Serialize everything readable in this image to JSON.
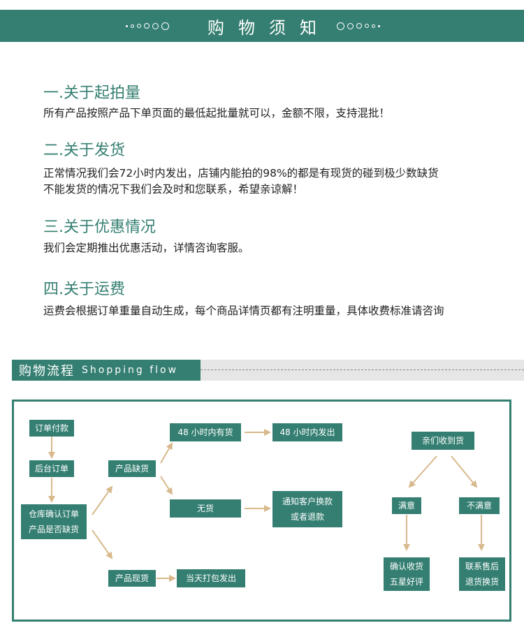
{
  "banner": {
    "title": "购物须知"
  },
  "sections": [
    {
      "title": "一.关于起拍量",
      "lines": [
        "所有产品按照产品下单页面的最低起批量就可以，金额不限，支持混批！"
      ]
    },
    {
      "title": "二.关于发货",
      "lines": [
        "正常情况我们会72小时内发出，店铺内能拍的98%的都是有现货的碰到极少数缺货",
        "不能发货的情况下我们会及时和您联系，希望亲谅解！"
      ]
    },
    {
      "title": "三.关于优惠情况",
      "lines": [
        "我们会定期推出优惠活动，详情咨询客服。"
      ]
    },
    {
      "title": "四.关于运费",
      "lines": [
        "运费会根据订单重量自动生成，每个商品详情页都有注明重量，具体收费标准请咨询"
      ]
    }
  ],
  "flow": {
    "title_zh": "购物流程",
    "title_en": "Shopping flow",
    "boxes": {
      "order_pay": "订单付款",
      "backend_order": "后台订单",
      "warehouse_1": "仓库确认订单",
      "warehouse_2": "产品是否缺货",
      "out_of_stock": "产品缺货",
      "in_stock": "产品现货",
      "has_goods_48": "48 小时内有货",
      "ship_48": "48 小时内发出",
      "no_goods": "无货",
      "notify_1": "通知客户换款",
      "notify_2": "或者退款",
      "same_day": "当天打包发出",
      "received": "亲们收到货",
      "satisfied": "满意",
      "unsatisfied": "不满意",
      "confirm_1": "确认收货",
      "confirm_2": "五星好评",
      "aftersale_1": "联系售后",
      "aftersale_2": "退货换货"
    }
  },
  "colors": {
    "accent": "#357f72",
    "arrow": "#d8b98c"
  }
}
